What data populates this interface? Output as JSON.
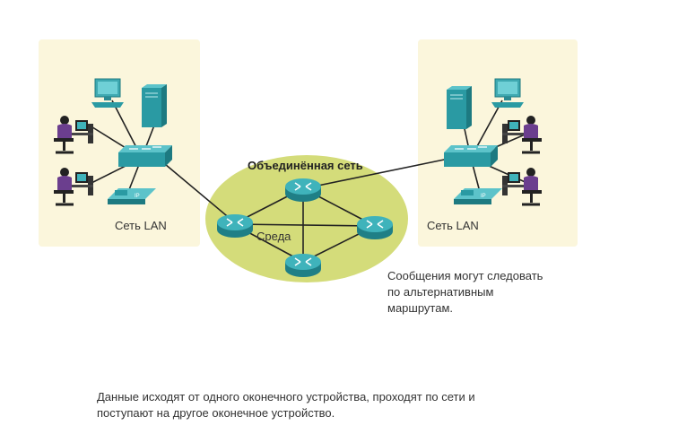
{
  "lan_left_label": "Сеть LAN",
  "lan_right_label": "Сеть LAN",
  "internetwork_label": "Объединённая сеть",
  "medium_label": "Среда",
  "note_alt_routes": "Сообщения могут следовать\nпо альтернативным\nмаршрутам.",
  "caption_bottom": "Данные исходят от одного оконечного устройства, проходят по сети и\nпоступают на другое оконечное устройство.",
  "icons": [
    "desktop-pc-icon",
    "server-icon",
    "user-workstation-icon",
    "switch-icon",
    "ip-phone-icon",
    "router-icon"
  ],
  "colors": {
    "lan_bg": "#fbf6dc",
    "cloud_bg": "#d4dc7a",
    "device_teal": "#2f9fa8",
    "link": "#222222"
  }
}
